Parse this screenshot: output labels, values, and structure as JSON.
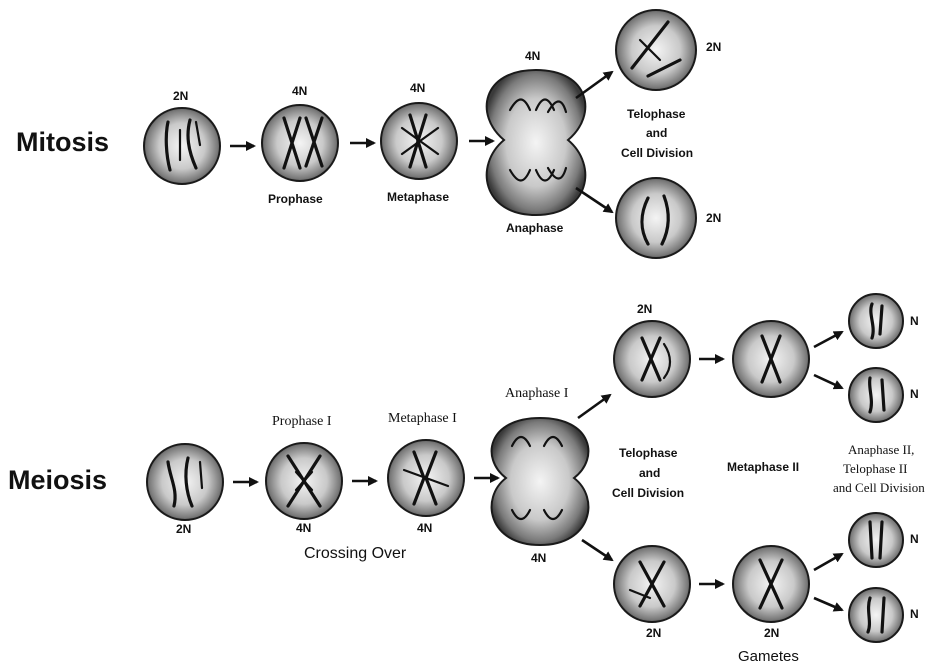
{
  "mitosis": {
    "title": "Mitosis",
    "stage1_ploidy": "2N",
    "prophase_ploidy": "4N",
    "prophase_label": "Prophase",
    "metaphase_ploidy": "4N",
    "metaphase_label": "Metaphase",
    "anaphase_ploidy": "4N",
    "anaphase_label": "Anaphase",
    "telophase_label_line1": "Telophase",
    "telophase_label_line2": "and",
    "telophase_label_line3": "Cell Division",
    "daughter_top_ploidy": "2N",
    "daughter_bottom_ploidy": "2N"
  },
  "meiosis": {
    "title": "Meiosis",
    "stage1_ploidy": "2N",
    "prophase_label": "Prophase I",
    "prophase_ploidy": "4N",
    "metaphase_label": "Metaphase I",
    "metaphase_ploidy": "4N",
    "crossing_over_label": "Crossing Over",
    "anaphase_label": "Anaphase I",
    "anaphase_ploidy": "4N",
    "telophase_label_line1": "Telophase",
    "telophase_label_line2": "and",
    "telophase_label_line3": "Cell Division",
    "top_cell_ploidy": "2N",
    "bottom_cell_ploidy": "2N",
    "metaphase2_label": "Metaphase II",
    "bottom_meta2_ploidy": "2N",
    "gametes_label": "Gametes",
    "final_label_line1": "Anaphase II,",
    "final_label_line2": "Telophase II",
    "final_label_line3": "and Cell  Division",
    "gamete_ploidy_1": "N",
    "gamete_ploidy_2": "N",
    "gamete_ploidy_3": "N",
    "gamete_ploidy_4": "N"
  }
}
